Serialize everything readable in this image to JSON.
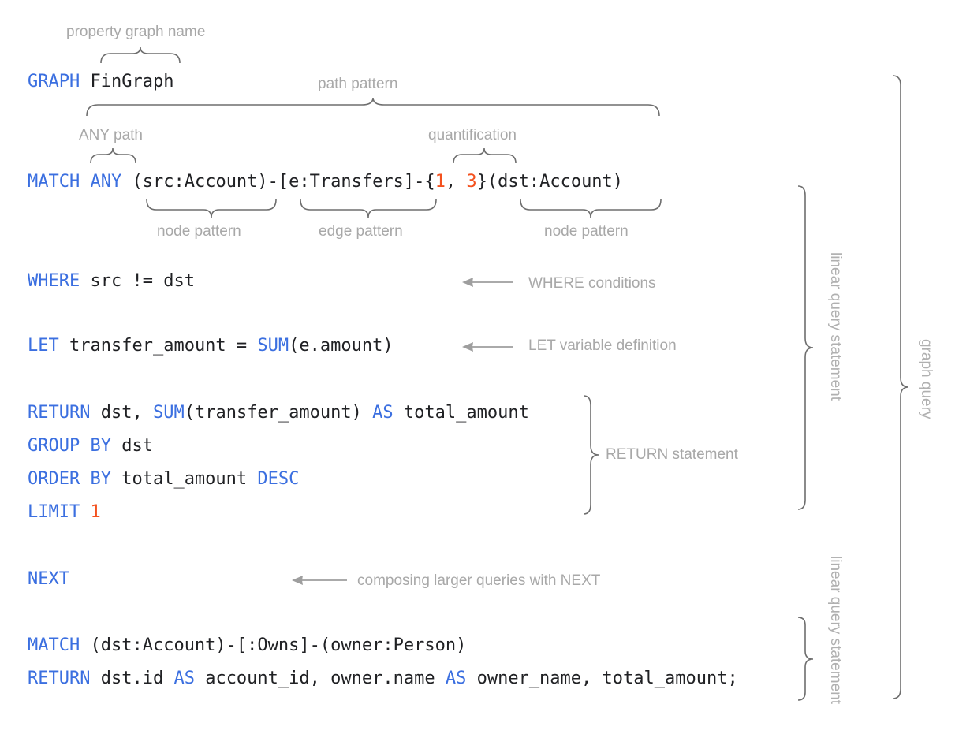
{
  "document": {
    "title": "GQL graph query annotated diagram",
    "colors": {
      "keyword_blue": "#3b6fe0",
      "number_orange": "#f4511e",
      "identifier_black": "#202124",
      "annotation_gray": "#a8a8a8",
      "brace_gray": "#6e6e6e",
      "background": "#ffffff"
    }
  },
  "code": {
    "line_graph": {
      "keyword": "GRAPH",
      "space": " ",
      "graph_name": "FinGraph"
    },
    "line_match": {
      "keyword": "MATCH",
      "any": "ANY",
      "src_node": "(src:Account)",
      "dash1": "-",
      "edge": "[e:Transfers]",
      "dash2": "-",
      "brace_open": "{",
      "q_min": "1",
      "q_sep": ", ",
      "q_max": "3",
      "brace_close": "}",
      "dst_node": "(dst:Account)"
    },
    "line_where": {
      "keyword": "WHERE",
      "expr": "src != dst"
    },
    "line_let": {
      "keyword": "LET",
      "var": "transfer_amount = ",
      "func": "SUM",
      "args": "(e.amount)"
    },
    "line_return1": {
      "keyword": "RETURN",
      "list1": "dst, ",
      "func": "SUM",
      "args": "(transfer_amount) ",
      "as": "AS",
      "alias": " total_amount"
    },
    "line_group": {
      "keyword": "GROUP BY",
      "expr": "dst"
    },
    "line_order": {
      "keyword": "ORDER BY",
      "expr": "total_amount ",
      "dir": "DESC"
    },
    "line_limit": {
      "keyword": "LIMIT",
      "value": "1"
    },
    "line_next": {
      "keyword": "NEXT"
    },
    "line_match2": {
      "keyword": "MATCH",
      "pattern": "(dst:Account)-[:Owns]-(owner:Person)"
    },
    "line_return2": {
      "keyword": "RETURN",
      "f1": "dst.id ",
      "as1": "AS",
      "a1": " account_id, owner.name ",
      "as2": "AS",
      "a2": " owner_name, total_amount;"
    }
  },
  "annotations": {
    "property_graph_name": "property graph name",
    "path_pattern": "path pattern",
    "any_path": "ANY path",
    "quantification": "quantification",
    "node_pattern_left": "node pattern",
    "edge_pattern": "edge pattern",
    "node_pattern_right": "node pattern",
    "where_conditions": "WHERE conditions",
    "let_variable_definition": "LET variable definition",
    "return_statement": "RETURN statement",
    "composing_with_next": "composing larger queries with NEXT",
    "linear_query_statement_1": "linear query statement",
    "linear_query_statement_2": "linear query statement",
    "graph_query": "graph query"
  }
}
